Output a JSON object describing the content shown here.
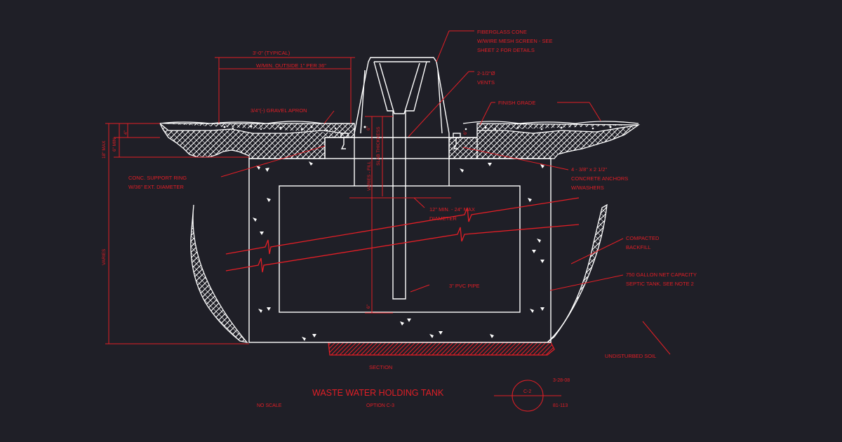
{
  "colors": {
    "background": "#1f1f27",
    "line": "#ffffff",
    "annotation": "#e21f26"
  },
  "labels": {
    "fiberglass_cone": [
      "FIBERGLASS CONE",
      "W/WIRE MESH SCREEN - SEE",
      "SHEET 2 FOR DETAILS"
    ],
    "vents": [
      "2-1/2\"Ø",
      "VENTS"
    ],
    "finish_grade": "FINISH GRADE",
    "typical_width": "3'-0\" (TYPICAL)",
    "outside_slope": "W/MIN. OUTSIDE 1\" PER 36\"",
    "gravel_apron": "3/4\"(-) GRAVEL APRON",
    "support_ring": [
      "CONC. SUPPORT RING",
      "W/36\" EXT. DIAMETER"
    ],
    "anchors": [
      "4 - 3/8\" x 2 1/2\"",
      "CONCRETE ANCHORS",
      "W/WASHERS"
    ],
    "diameter": [
      "12\" MIN. - 24\" MAX",
      "DIAMETER"
    ],
    "pvc_pipe": "3\" PVC PIPE",
    "compacted_backfill": [
      "COMPACTED",
      "BACKFILL"
    ],
    "tank_capacity": [
      "750 GALLON NET CAPACITY",
      "SEPTIC TANK. SEE NOTE 2"
    ],
    "undisturbed_soil": "UNDISTURBED SOIL",
    "section": "SECTION",
    "slab_thickness": "SLAB THICKNESS",
    "varies_fill": "VARIES - FILL",
    "varies": "VARIES",
    "dim_top": "6\"",
    "dim_bottom": "6\"",
    "max_dim": "18\" MAX",
    "min_dim": "6\" MIN",
    "grade_dim": "4\"",
    "right_grade_dim": "6\""
  },
  "title_block": {
    "title": "WASTE WATER HOLDING TANK",
    "scale": "NO SCALE",
    "option": "OPTION C-3",
    "sheet": "C-2",
    "date": "3-28-08",
    "number": "81-113"
  }
}
